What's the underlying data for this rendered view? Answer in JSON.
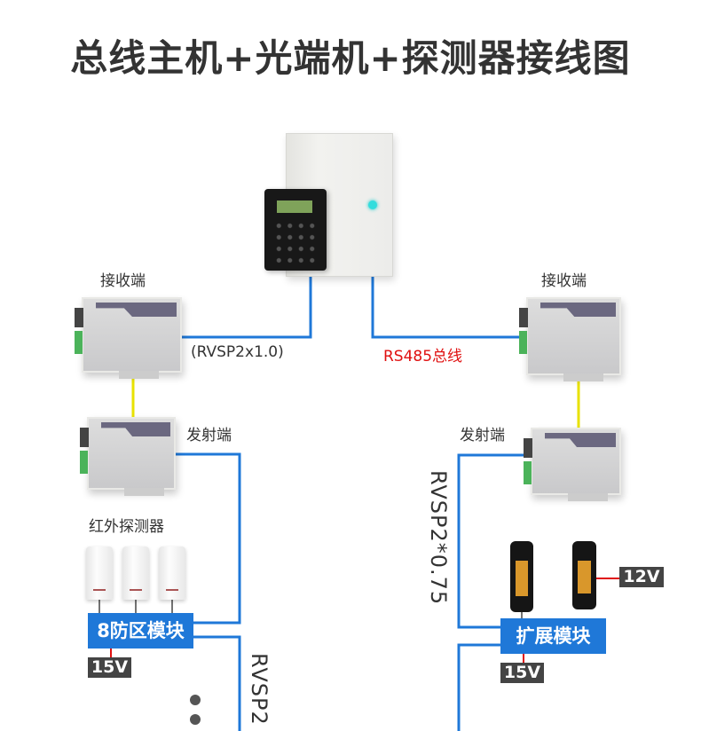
{
  "title": "总线主机+光端机+探测器接线图",
  "labels": {
    "left_receiver": "接收端",
    "right_receiver": "接收端",
    "left_transmitter": "发射端",
    "right_transmitter": "发射端",
    "left_cable": "(RVSP2x1.0)",
    "right_cable": "RS485总线",
    "pir_detectors": "红外探测器",
    "left_vertical_cable": "RVSP2",
    "right_vertical_cable": "RVSP2*0.75"
  },
  "modules": {
    "left": "8防区模块",
    "right": "扩展模块"
  },
  "voltages": {
    "left_module": "15V",
    "right_module": "15V",
    "beam": "12V"
  },
  "colors": {
    "bus_line": "#1f78d8",
    "fiber_line": "#e8e200",
    "power_line": "#e01010",
    "rs485_text": "#e01010",
    "module_bg": "#1f78d8"
  }
}
